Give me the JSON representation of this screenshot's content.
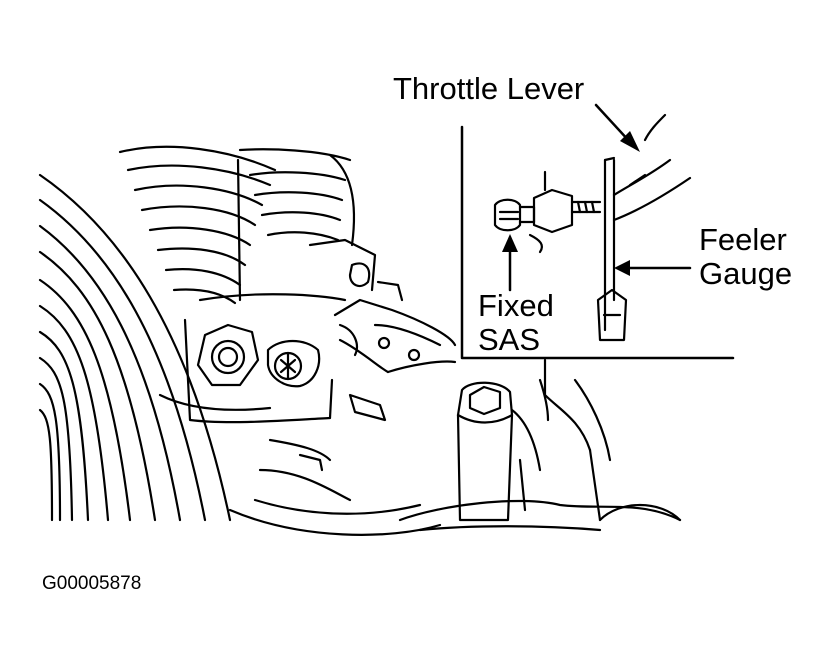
{
  "labels": {
    "throttle_lever": "Throttle Lever",
    "feeler_line1": "Feeler",
    "feeler_line2": "Gauge",
    "fixed_line1": "Fixed",
    "fixed_line2": "SAS"
  },
  "figure_code": "G00005878",
  "colors": {
    "ink": "#000000",
    "paper": "#ffffff"
  }
}
